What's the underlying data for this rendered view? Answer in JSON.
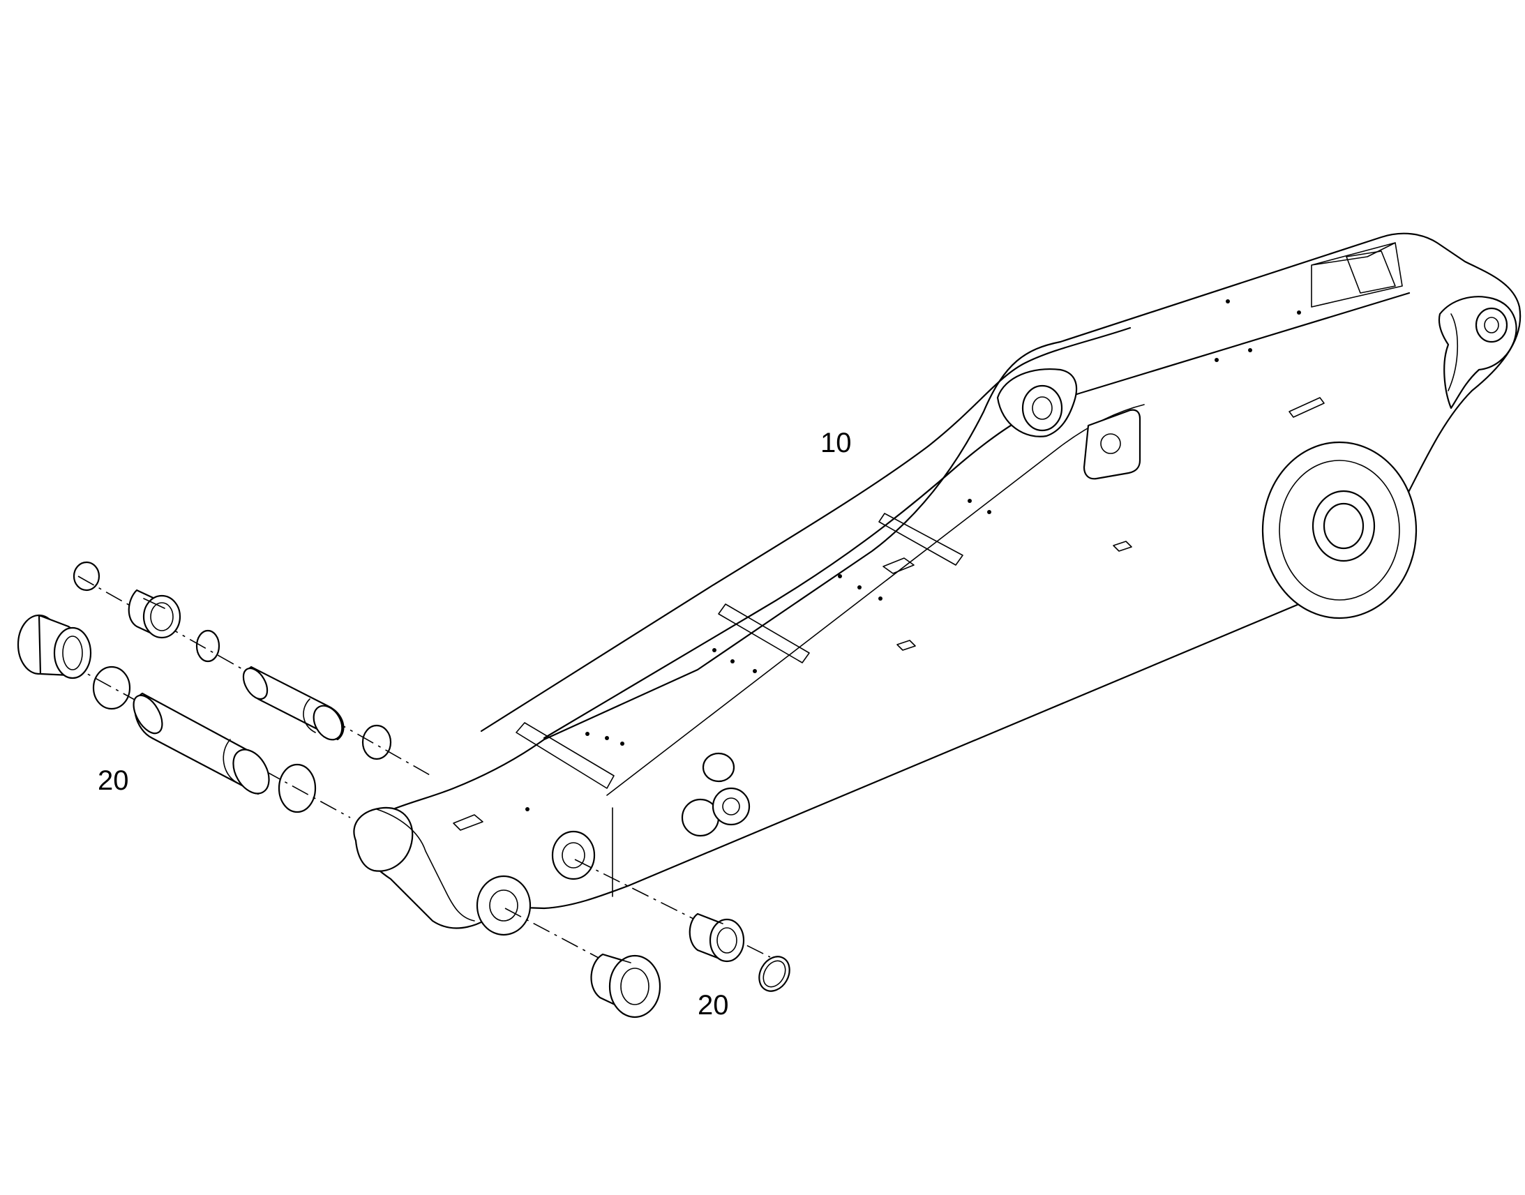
{
  "callouts": {
    "boom": "10",
    "pin_set_left": "20",
    "pin_set_right": "20"
  }
}
